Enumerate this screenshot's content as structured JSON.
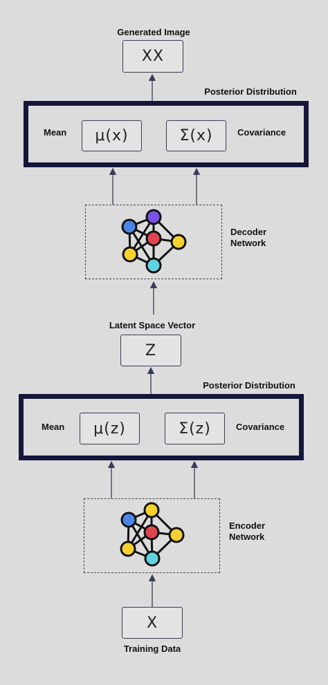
{
  "generated_image": {
    "label": "Generated Image",
    "value": "XX"
  },
  "decoder_posterior": {
    "title": "Posterior Distribution",
    "mean_label": "Mean",
    "mean_value": "μ(x)",
    "cov_value": "Σ(x)",
    "cov_label": "Covariance"
  },
  "decoder": {
    "label_line1": "Decoder",
    "label_line2": "Network"
  },
  "latent": {
    "label": "Latent Space Vector",
    "value": "Z"
  },
  "encoder_posterior": {
    "title": "Posterior Distribution",
    "mean_label": "Mean",
    "mean_value": "μ(z)",
    "cov_value": "Σ(z)",
    "cov_label": "Covariance"
  },
  "encoder": {
    "label_line1": "Encoder",
    "label_line2": "Network"
  },
  "input": {
    "value": "X",
    "label": "Training Data"
  },
  "colors": {
    "border_dark": "#15163a",
    "node_blue": "#4a86e8",
    "node_purple": "#7b52e8",
    "node_red": "#e0454f",
    "node_yellow": "#f7d032",
    "node_cyan": "#5fd3e0"
  }
}
